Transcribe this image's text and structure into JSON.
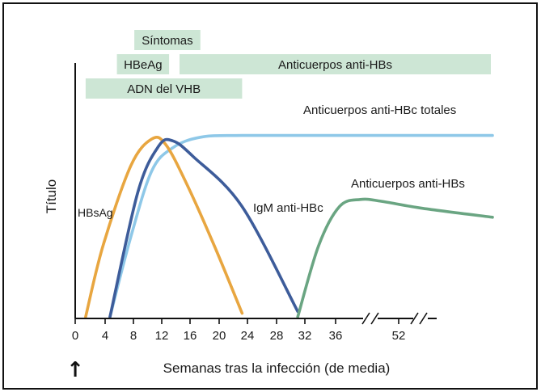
{
  "chart_data": {
    "type": "line",
    "xlabel": "Semanas tras la infección (de media)",
    "ylabel": "Título",
    "x_ticks": [
      "0",
      "4",
      "8",
      "12",
      "16",
      "20",
      "24",
      "28",
      "32",
      "36",
      "52"
    ],
    "axis_break_note": "x-axis broken twice between 36 and 52 and after 52",
    "bars": [
      {
        "label": "Síntomas",
        "start_week": 8.5,
        "end_week": 18
      },
      {
        "label": "HBeAg",
        "start_week": 6,
        "end_week": 13.5
      },
      {
        "label": "Anticuerpos anti-HBs",
        "start_week": 15,
        "end_week": 60
      },
      {
        "label": "ADN del VHB",
        "start_week": 1.5,
        "end_week": 24
      }
    ],
    "series": [
      {
        "name": "HBsAg",
        "color": "#e8a640",
        "points": [
          [
            1.5,
            0
          ],
          [
            4,
            40
          ],
          [
            8,
            85
          ],
          [
            11,
            100
          ],
          [
            13,
            97
          ],
          [
            16,
            75
          ],
          [
            20,
            40
          ],
          [
            24,
            2
          ]
        ]
      },
      {
        "name": "IgM anti-HBc",
        "color": "#3d5c9a",
        "points": [
          [
            5,
            0
          ],
          [
            9,
            70
          ],
          [
            12,
            96
          ],
          [
            14,
            99
          ],
          [
            17,
            90
          ],
          [
            24,
            62
          ],
          [
            32,
            3
          ]
        ]
      },
      {
        "name": "Anticuerpos anti-HBc totales",
        "color": "#8ec8e8",
        "points": [
          [
            5,
            0
          ],
          [
            8,
            45
          ],
          [
            11,
            82
          ],
          [
            14,
            95
          ],
          [
            18,
            101
          ],
          [
            24,
            102
          ],
          [
            40,
            102
          ],
          [
            60,
            102
          ]
        ]
      },
      {
        "name": "Anticuerpos anti-HBs",
        "color": "#6aa582",
        "points": [
          [
            32,
            0
          ],
          [
            35,
            40
          ],
          [
            38,
            62
          ],
          [
            41,
            66
          ],
          [
            44,
            65
          ],
          [
            50,
            61
          ],
          [
            60,
            56
          ]
        ]
      }
    ],
    "start_marker": "↑"
  }
}
